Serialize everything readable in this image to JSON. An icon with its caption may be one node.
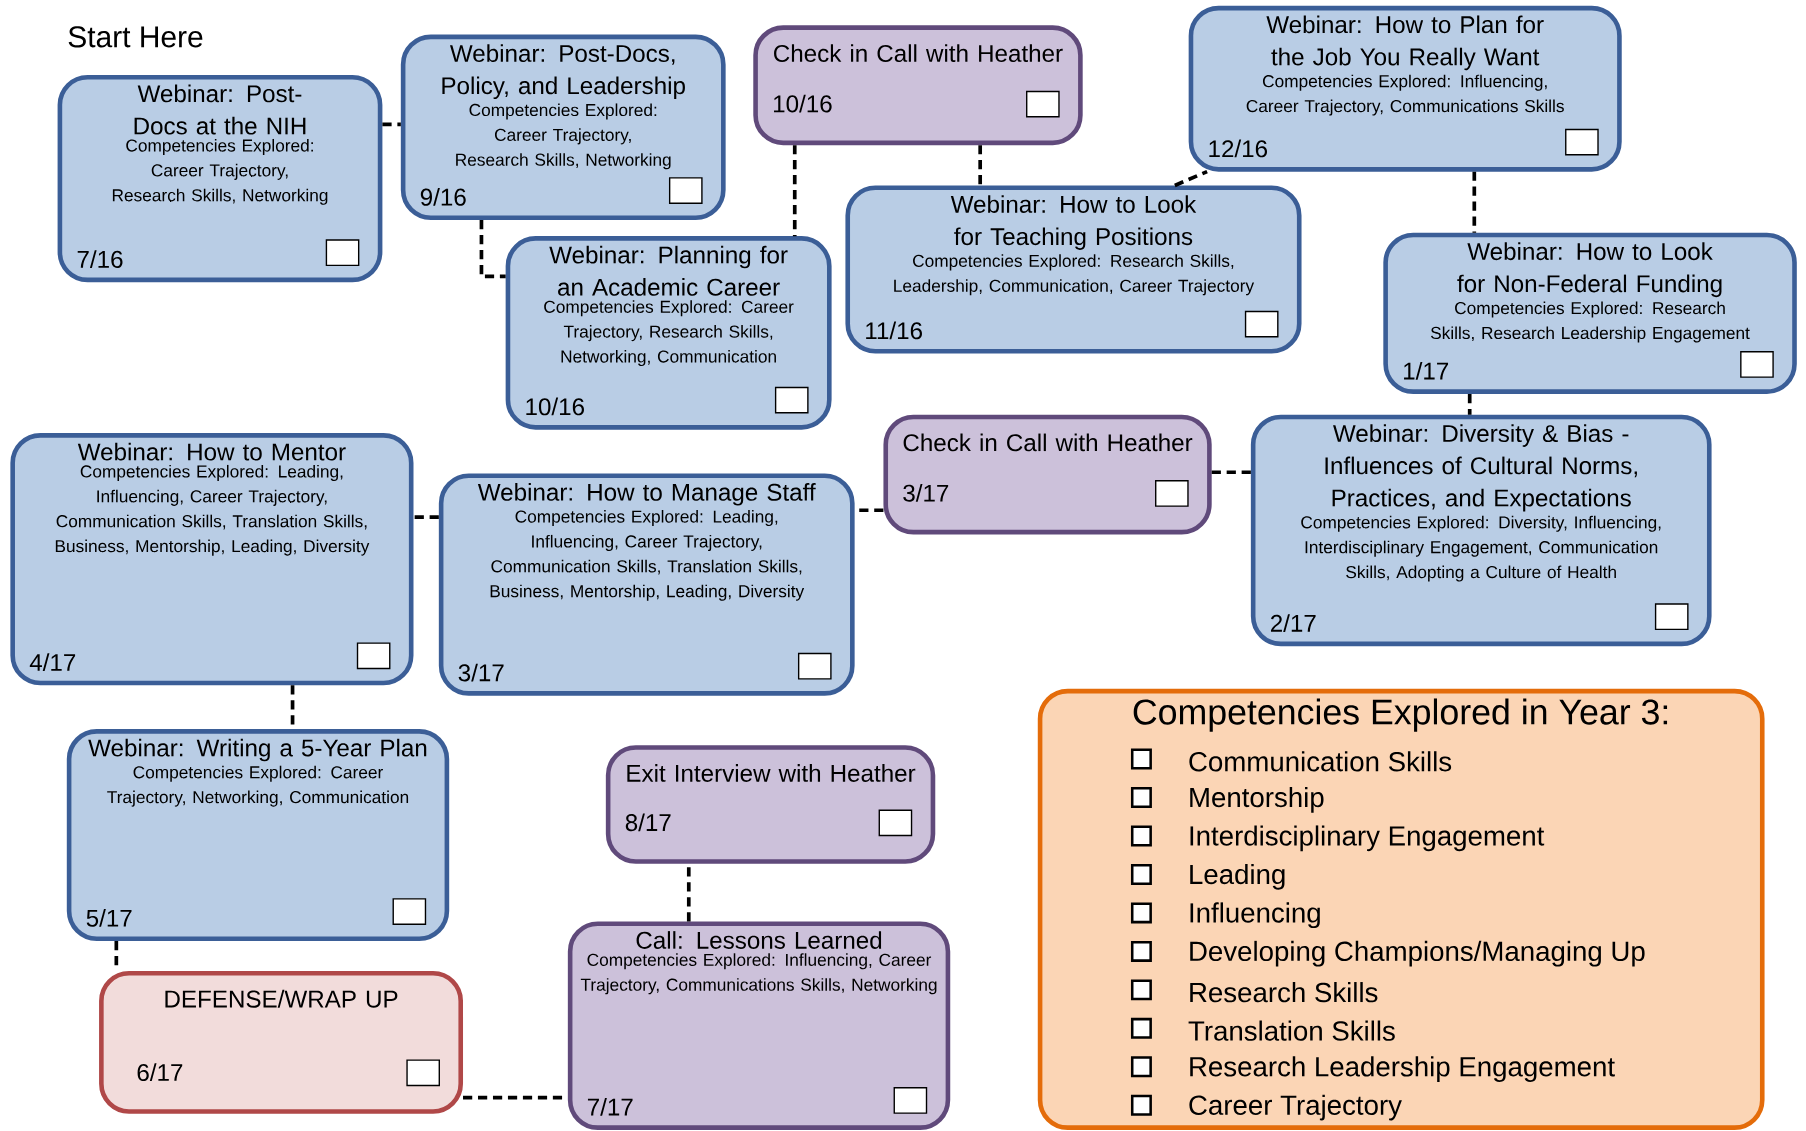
{
  "diagram": {
    "nodes": [
      {
        "text": [
          "Webinar: Post-Docs at the NIH",
          "Competencies Explored:  Career Trajectory, Research Skills, Networking",
          "7/16"
        ]
      },
      {
        "text": [
          "Webinar: Post-Docs, Policy, and Leadership",
          "Competencies Explored:  Career Trajectory, Research Skills, Networking",
          "9/16"
        ]
      },
      {
        "text": [
          "Check in Call with Heather",
          "10/16"
        ]
      },
      {
        "text": [
          "Webinar: Planning for an Academic Career",
          "Competencies Explored:  Career Trajectory, Research Skills, Networking, Communication",
          "10/16"
        ]
      },
      {
        "text": [
          "Webinar: How to Look for Teaching Positions",
          "Competencies Explored:  Research Skills, Leadership, Communication, Career Trajectory",
          "11/16"
        ]
      },
      {
        "text": [
          "Webinar: How to Plan for the Job You Really Want",
          "Competencies Explored:  Influencing, Career Trajectory, Communications Skills",
          "12/16"
        ]
      },
      {
        "text": [
          "Webinar: How to Look for Non-Federal Funding",
          "Competencies Explored:  Research Skills, Research Leadership Engagement",
          "1/17"
        ]
      },
      {
        "text": [
          "Webinar: Diversity & Bias - Influences of Cultural Norms, Practices, and Expectations",
          "Competencies Explored: Diversity, Influencing, Interdisciplinary Engagement, Communication Skills, Adopting a Culture of Health",
          "2/17"
        ]
      },
      {
        "text": [
          "Check in Call with Heather",
          "3/17"
        ]
      },
      {
        "text": [
          "Webinar: How to Manage Staff",
          "Competencies Explored:  Leading, Influencing, Career Trajectory, Communication Skills, Translation Skills, Business, Mentorship, Leading, Diversity",
          "3/17"
        ]
      },
      {
        "text": [
          "Webinar: How to Mentor",
          "Competencies Explored:  Leading, Influencing, Career Trajectory, Communication Skills, Translation Skills, Business, Mentorship, Leading, Diversity",
          "4/17"
        ]
      },
      {
        "text": [
          "Webinar: Writing a 5-Year Plan",
          "Competencies Explored:  Career Trajectory, Networking, Communication",
          "5/17"
        ]
      },
      {
        "text": [
          "DEFENSE/WRAP UP",
          "6/17"
        ]
      },
      {
        "text": [
          "Call: Lessons Learned",
          "Competencies Explored:  Influencing, Career Trajectory, Communications Skills, Networking",
          "7/17"
        ]
      },
      {
        "text": [
          "Exit Interview with Heather",
          "8/17"
        ]
      },
      {
        "text": [
          "Competencies Explored in Year 3:",
          "Communication Skills",
          "Mentorship",
          "Interdisciplinary Engagement",
          "Leading",
          "Influencing",
          "Developing Champions/Managing Up",
          "Research Skills",
          "Translation Skills",
          "Research Leadership Engagement",
          "Career Trajectory"
        ]
      }
    ],
    "edges": [
      {
        "from": 0,
        "to": 1,
        "arrow": "none",
        "style": "dashed"
      },
      {
        "from": 1,
        "to": 3,
        "arrow": "none",
        "style": "dashed"
      },
      {
        "from": 2,
        "to": 3,
        "arrow": "none",
        "style": "dashed"
      },
      {
        "from": 2,
        "to": 4,
        "arrow": "none",
        "style": "dashed"
      },
      {
        "from": 4,
        "to": 5,
        "arrow": "none",
        "style": "dashed"
      },
      {
        "from": 5,
        "to": 6,
        "arrow": "none",
        "style": "dashed"
      },
      {
        "from": 6,
        "to": 7,
        "arrow": "none",
        "style": "dashed"
      },
      {
        "from": 7,
        "to": 8,
        "arrow": "none",
        "style": "dashed"
      },
      {
        "from": 8,
        "to": 9,
        "arrow": "none",
        "style": "dashed"
      },
      {
        "from": 9,
        "to": 10,
        "arrow": "none",
        "style": "dashed"
      },
      {
        "from": 10,
        "to": 11,
        "arrow": "none",
        "style": "dashed"
      },
      {
        "from": 11,
        "to": 12,
        "arrow": "none",
        "style": "dashed"
      },
      {
        "from": 12,
        "to": 13,
        "arrow": "none",
        "style": "dashed"
      },
      {
        "from": 13,
        "to": 14,
        "arrow": "none",
        "style": "dashed"
      }
    ],
    "labels": [
      "Start Here"
    ]
  }
}
